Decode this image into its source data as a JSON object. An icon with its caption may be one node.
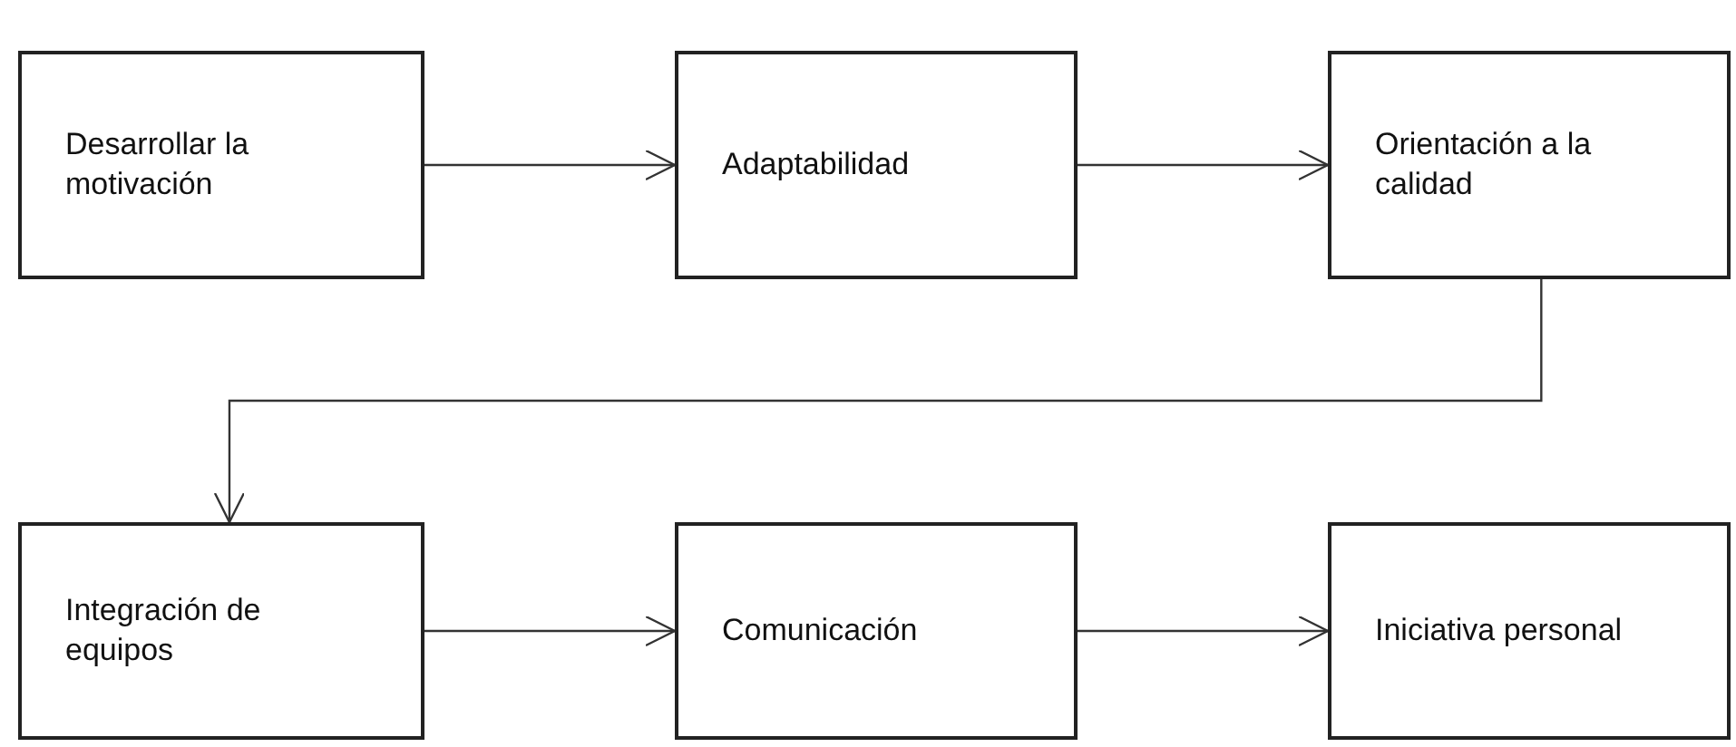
{
  "diagram": {
    "nodes": [
      {
        "text": [
          "Desarrollar la motivación"
        ]
      },
      {
        "text": [
          "Adaptabilidad"
        ]
      },
      {
        "text": [
          "Orientación a la calidad"
        ]
      },
      {
        "text": [
          "Integración de equipos"
        ]
      },
      {
        "text": [
          "Comunicación"
        ]
      },
      {
        "text": [
          "Iniciativa personal"
        ]
      }
    ],
    "edges": [
      {
        "from": 0,
        "to": 1,
        "arrow": "to"
      },
      {
        "from": 1,
        "to": 2,
        "arrow": "to"
      },
      {
        "from": 2,
        "to": 3,
        "arrow": "to"
      },
      {
        "from": 3,
        "to": 4,
        "arrow": "to"
      },
      {
        "from": 4,
        "to": 5,
        "arrow": "to"
      }
    ]
  }
}
